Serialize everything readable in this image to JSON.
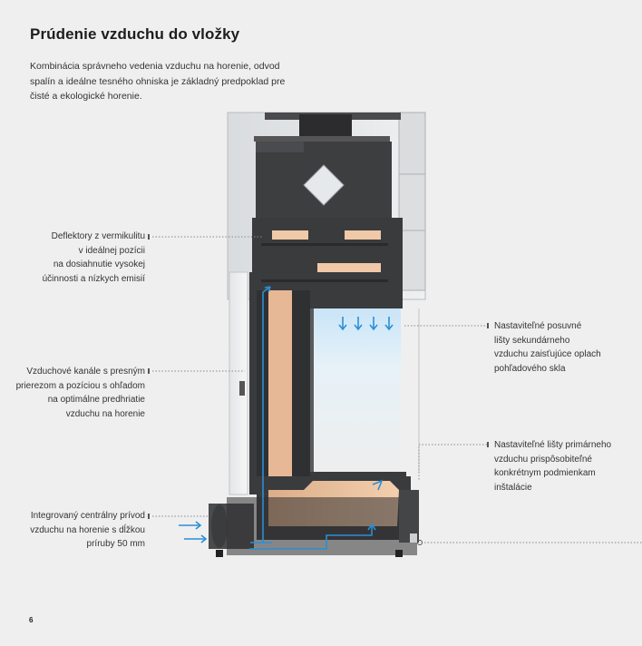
{
  "title": "Prúdenie vzduchu do vložky",
  "intro": "Kombinácia správneho vedenia vzduchu na horenie, odvod spalín a ideálne tesného ohniska je základný predpoklad pre čisté a ekologické horenie.",
  "callouts": {
    "deflectors": [
      "Deflektory z vermikulitu",
      "v ideálnej pozícii",
      "na dosiahnutie vysokej",
      "účinnosti a nízkych emisií"
    ],
    "channels": [
      "Vzduchové kanále s presným",
      "prierezom a pozíciou s ohľadom",
      "na optimálne predhriatie",
      "vzduchu na horenie"
    ],
    "intake": [
      "Integrovaný centrálny prívod",
      "vzduchu na horenie s dĺžkou",
      "príruby 50 mm"
    ],
    "secondary": [
      "Nastaviteľné posuvné",
      "lišty sekundárneho",
      "vzduchu zaisťujúce oplach",
      "pohľadového skla"
    ],
    "primary": [
      "Nastaviteľné lišty primárneho",
      "vzduchu prispôsobiteľné",
      "konkrétnym podmienkam",
      "inštalácie"
    ]
  },
  "page_number": "6",
  "colors": {
    "background": "#efefef",
    "steel": "#3a3b3d",
    "vermiculite": "#f0c9a8",
    "air_arrow": "#2a8fd6",
    "glass": "#dcebf5"
  }
}
